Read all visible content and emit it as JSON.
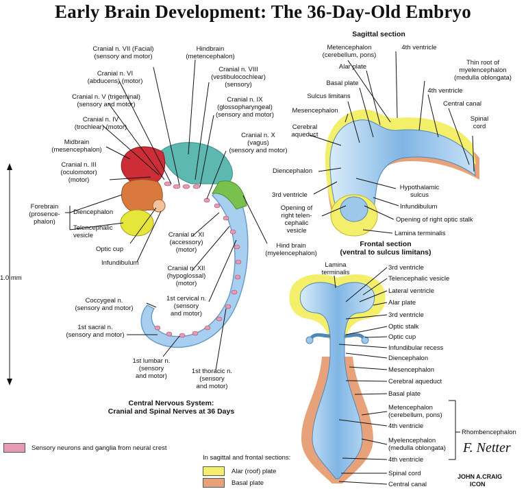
{
  "title": "Early Brain Development: The 36-Day-Old Embryo",
  "embryo_labels": {
    "cn7": "Cranial n. VII (Facial)\n(sensory and motor)",
    "hindbrain": "Hindbrain\n(metencephalon)",
    "cn6": "Cranial n. VI\n(abducens) (motor)",
    "cn8": "Cranial n. VIII\n(vestibulocochlear)\n(sensory)",
    "cn5": "Cranial n. V (trigeminal)\n(sensory and motor)",
    "cn9": "Cranial n. IX\n(glossopharyngeal)\n(sensory and motor)",
    "cn4": "Cranial n. IV\n(trochlear) (motor)",
    "cn10": "Cranial n. X\n(vagus)\n(sensory and motor)",
    "midbrain": "Midbrain\n(mesencephalon)",
    "cn3": "Cranial n. III\n(oculomotor)\n(motor)",
    "forebrain": "Forebrain\n(prosence-\nphalon)",
    "diencephalon": "Diencephalon",
    "telencephalic": "Telencephalic\nvesicle",
    "optic_cup": "Optic cup",
    "infundibulum": "Infundibulum",
    "cn11": "Cranial n. XI\n(accessory)\n(motor)",
    "cn12": "Cranial n. XII\n(hypoglossal)\n(motor)",
    "hind_brain_myel": "Hind brain\n(myelencephalon)",
    "first_cervical": "1st cervical n.\n(sensory\nand motor)",
    "coccygeal": "Coccygeal n.\n(sensory and motor)",
    "sacral": "1st sacral n.\n(sensory and  motor)",
    "lumbar": "1st lumbar n.\n(sensory\nand motor)",
    "thoracic": "1st thoracic n.\n(sensory\nand motor)",
    "scale": "1.0 mm"
  },
  "caption": "Central Nervous System:\nCranial and Spinal Nerves at 36 Days",
  "sagittal": {
    "header": "Sagittal section",
    "labels": {
      "metencephalon": "Metencephalon\n(cerebellum, pons)",
      "v4": "4th ventricle",
      "alar": "Alar plate",
      "thin_root": "Thin root of\nmyelencephalon\n(medulla oblongata)",
      "basal": "Basal plate",
      "v4b": "4th ventricle",
      "sulcus": "Sulcus limitans",
      "central_canal": "Central canal",
      "mesencephalon": "Mesencephalon",
      "spinal_cord": "Spinal\ncord",
      "cerebral_aqueduct": "Cerebral\naqueduct",
      "diencephalon": "Diencephalon",
      "v3": "3rd ventricle",
      "hypothalamic": "Hypothalamic\nsulcus",
      "infundibulum": "Infundibulum",
      "opening_tel": "Opening of\nright telen-\ncephalic\nvesicle",
      "opening_optic": "Opening of right optic stalk",
      "lamina": "Lamina terminalis"
    }
  },
  "frontal": {
    "header": "Frontal section\n(ventral to sulcus limitans)",
    "labels": {
      "lamina": "Lamina\nterminalis",
      "v3": "3rd ventricle",
      "tel_vesicle": "Telencephalic vesicle",
      "lat_ventricle": "Lateral ventricle",
      "alar": "Alar plate",
      "v3b": "3rd ventricle",
      "optic_stalk": "Optic stalk",
      "optic_cup": "Optic cup",
      "infund_recess": "Infundibular recess",
      "diencephalon": "Diencephalon",
      "mesencephalon": "Mesencephalon",
      "cerebral_aqueduct": "Cerebral aqueduct",
      "basal": "Basal plate",
      "metencephalon": "Metencephalon\n(cerebellum, pons)",
      "v4": "4th ventricle",
      "rhomb": "Rhombencephalon",
      "myelencephalon": "Myelencephalon\n(medulla oblongata)",
      "v4b": "4th ventricle",
      "spinal_cord": "Spinal cord",
      "central_canal": "Central canal"
    }
  },
  "legend": {
    "sensory": "Sensory neurons and ganglia from neural crest",
    "header": "In sagittal and frontal sections:",
    "alar": "Alar (roof) plate",
    "basal": "Basal plate"
  },
  "signature": "F. Netter",
  "credit_line1": "JOHN A.CRAIG",
  "credit_line2": "ICON",
  "colors": {
    "sensory": "#e79ab3",
    "alar": "#f4ef6a",
    "basal": "#e8a27a",
    "neural_tube": "#9cc8ea",
    "midbrain": "#cc2d36",
    "diencephalon": "#d9793d",
    "telencephalon": "#e6e53c",
    "hindbrain": "#5cb8b0",
    "myelencephalon": "#79c04f"
  }
}
